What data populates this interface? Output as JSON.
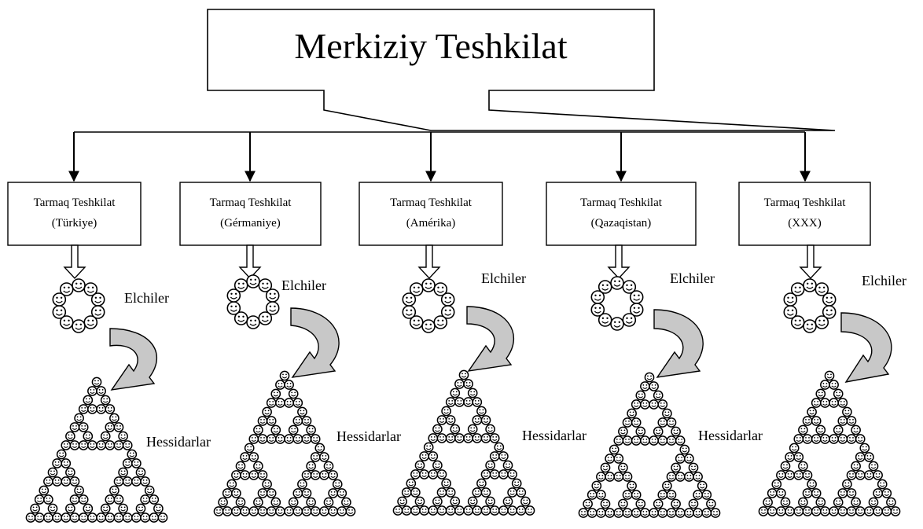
{
  "diagram": {
    "central": {
      "label": "Merkiziy Teshkilat"
    },
    "branch_title": "Tarmaq Teshkilat",
    "branches": [
      {
        "country": "(Türkiye)",
        "envoys_label": "Elchiler",
        "sympathizers_label": "Hessidarlar"
      },
      {
        "country": "(Gérmaniye)",
        "envoys_label": "Elchiler",
        "sympathizers_label": "Hessidarlar"
      },
      {
        "country": "(Amérika)",
        "envoys_label": "Elchiler",
        "sympathizers_label": "Hessidarlar"
      },
      {
        "country": "(Qazaqistan)",
        "envoys_label": "Elchiler",
        "sympathizers_label": "Hessidarlar"
      },
      {
        "country": "(XXX)",
        "envoys_label": "Elchiler",
        "sympathizers_label": ""
      }
    ],
    "colors": {
      "line": "#000000",
      "curved_arrow_fill": "#c8c8c8",
      "background": "#ffffff"
    }
  }
}
